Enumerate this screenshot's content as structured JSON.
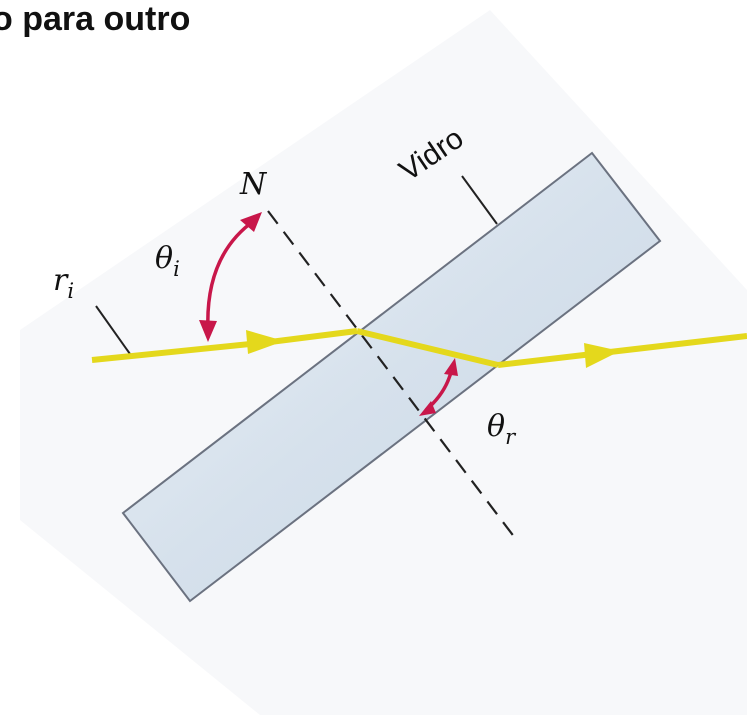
{
  "heading": "o para outro",
  "labels": {
    "normal": "N",
    "incident_ray_symbol": "r",
    "incident_ray_subscript": "i",
    "incident_angle_symbol": "θ",
    "incident_angle_subscript": "i",
    "refracted_angle_symbol": "θ",
    "refracted_angle_subscript": "r",
    "medium": "Vidro"
  },
  "colors": {
    "light_ray": "#e4d81c",
    "glass_fill": "#dbe5ef",
    "glass_edge": "#6b7280",
    "angle_arrow": "#c8174a",
    "normal_line": "#222222"
  }
}
